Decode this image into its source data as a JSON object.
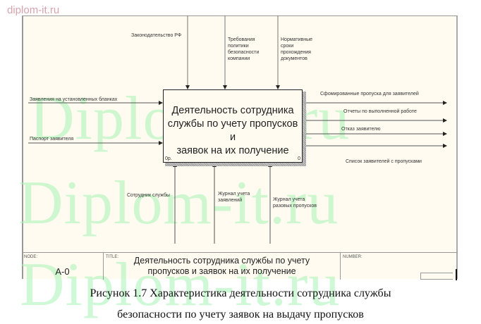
{
  "site_watermark": "diplom-it.ru",
  "big_watermarks": [
    "Diplom-it.ru",
    "Diplom-it.ru",
    "Diplom-it.ru"
  ],
  "activity": {
    "title": "Деятельность сотрудника\nслужбы по учету пропусков и\nзаявок на их получение",
    "cost_label": "0р.",
    "number": "0"
  },
  "controls": [
    {
      "label": "Законодательство РФ"
    },
    {
      "label": "Требования\nполитики\nбезопасности\nкомпании"
    },
    {
      "label": "Нормативные\nсроки\nпрохождения\nдокументов"
    }
  ],
  "inputs": [
    {
      "label": "Заявления на установленных бланках"
    },
    {
      "label": "Паспорт заявителя"
    }
  ],
  "outputs": [
    {
      "label": "Сфомированные пропуска для заявителей"
    },
    {
      "label": "Отчеты по выполненной работе"
    },
    {
      "label": "Отказ заявителю"
    },
    {
      "label": "Список заявителей с пропусками"
    }
  ],
  "mechanisms": [
    {
      "label": "Сотрудник службы"
    },
    {
      "label": "Журнал учета\nзаявлений"
    },
    {
      "label": "Журнал учета\nразовых пропусков"
    }
  ],
  "title_block": {
    "node_caption": "NODE:",
    "node_value": "A-0",
    "title_caption": "TITLE:",
    "title_value": "Деятельность сотрудника службы по учету\nпропусков и  заявок на их получение",
    "number_caption": "NUMBER:"
  },
  "caption": {
    "line1": "Рисунок 1.7 Характеристика деятельности сотрудника службы",
    "line2": "безопасности по учету заявок на выдачу пропусков"
  },
  "colors": {
    "frame_bg": "#fffbf0",
    "watermark_green": "#a8f5b5",
    "site_watermark": "#d8a3ad"
  }
}
